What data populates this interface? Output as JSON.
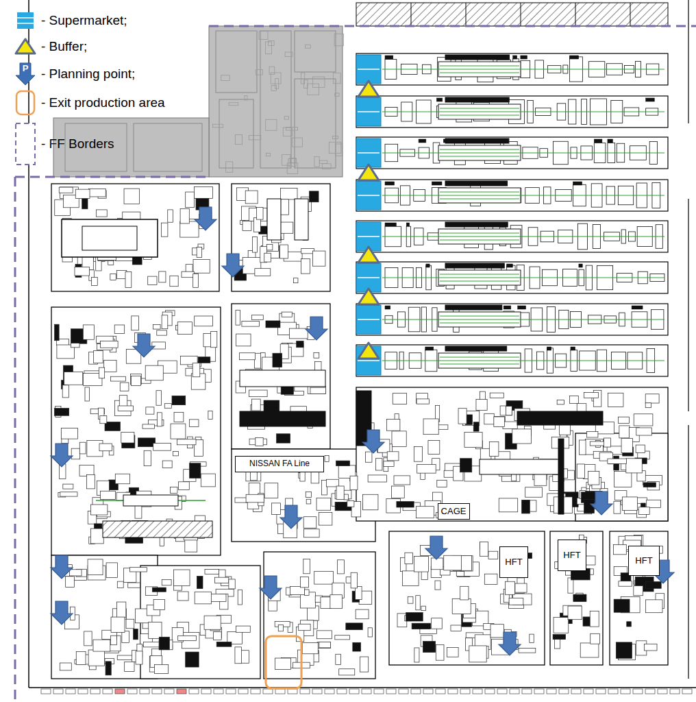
{
  "diagram": {
    "nodes": [
      {
        "text": [
          "NISSAN FA Line"
        ]
      },
      {
        "text": [
          "CAGE"
        ]
      },
      {
        "text": [
          "HFT"
        ]
      },
      {
        "text": [
          "HFT"
        ]
      },
      {
        "text": [
          "HFT"
        ]
      }
    ],
    "labels": [
      "P"
    ],
    "legend": [
      {
        "text": "- Supermarket;",
        "color": "#29a9e1"
      },
      {
        "text": "- Buffer;"
      },
      {
        "text": "- Planning point;"
      },
      {
        "text": "- Exit production area"
      },
      {
        "text": "- FF Borders"
      }
    ]
  }
}
